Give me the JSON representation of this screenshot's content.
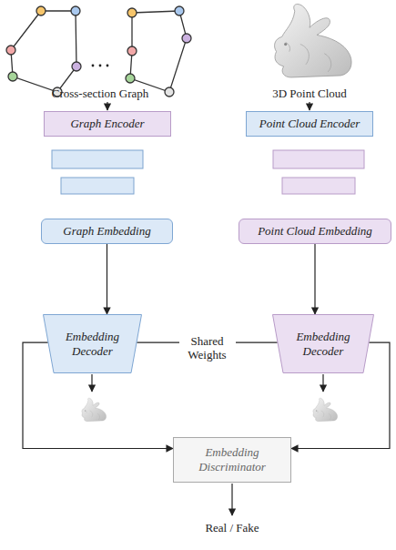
{
  "diagram": {
    "nodes": [
      {
        "text": [
          "Graph Encoder"
        ]
      },
      {
        "text": [
          "Point Cloud Encoder"
        ]
      },
      {
        "text": [
          "Graph Embedding"
        ]
      },
      {
        "text": [
          "Point Cloud Embedding"
        ]
      },
      {
        "text": [
          "Embedding Decoder"
        ]
      },
      {
        "text": [
          "Embedding Decoder"
        ]
      },
      {
        "text": [
          "Embedding Discriminator"
        ]
      }
    ],
    "edges": [
      {
        "from": 2,
        "to": 4,
        "arrow": "to"
      },
      {
        "from": 3,
        "to": 5,
        "arrow": "to"
      },
      {
        "from": 4,
        "to": 5,
        "label": "Shared Weights",
        "arrow": "none"
      },
      {
        "from": 4,
        "to": 6,
        "arrow": "to"
      },
      {
        "from": 5,
        "to": 6,
        "arrow": "to"
      }
    ],
    "labels": [
      "Cross-section Graph",
      "3D Point Cloud",
      "Real / Fake"
    ]
  }
}
